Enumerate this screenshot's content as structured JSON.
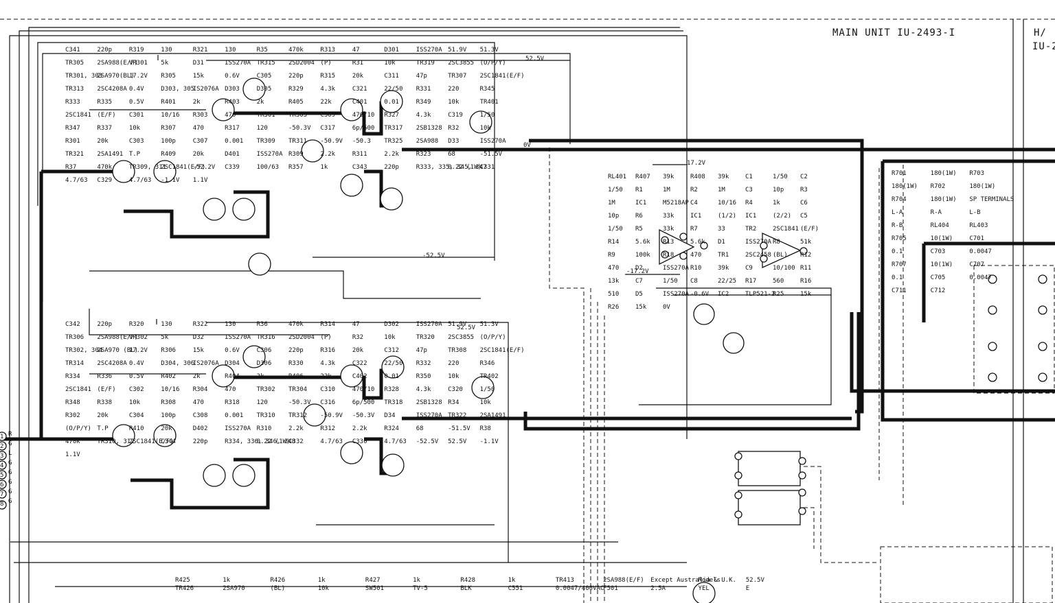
{
  "header": {
    "unit_title": "MAIN UNIT  IU-2493-I",
    "right_title_1": "H/",
    "right_title_2": "IU-2"
  },
  "rails": {
    "pos": "52.5V",
    "neg": "-52.5V",
    "pos_op": "17.2V",
    "neg_op": "-17.2V",
    "zero": "0V"
  },
  "upper_channel": {
    "labels": [
      "C341",
      "220p",
      "R319",
      "130",
      "R321",
      "130",
      "R35",
      "470k",
      "R313",
      "47",
      "D301",
      "ISS270A",
      "51.9V",
      "51.3V",
      "TR305",
      "2SA988(E/F)",
      "VR301",
      "5k",
      "D31",
      "ISS270A",
      "TR315",
      "2SD2004",
      "(P)",
      "R31",
      "10k",
      "TR319",
      "2SC3855",
      "(O/P/Y)",
      "TR301, 303",
      "2SA970(BL)",
      "17.2V",
      "R305",
      "15k",
      "0.6V",
      "C305",
      "220p",
      "R315",
      "20k",
      "C311",
      "47p",
      "TR307",
      "2SC1841(E/F)",
      "TR313",
      "2SC4208A",
      "0.4V",
      "D303, 305",
      "IS2076A",
      "D303",
      "D305",
      "R329",
      "4.3k",
      "C321",
      "22/50",
      "R331",
      "220",
      "R345",
      "R333",
      "R335",
      "0.5V",
      "R401",
      "2k",
      "R403",
      "2k",
      "R405",
      "22k",
      "C401",
      "0.01",
      "R349",
      "10k",
      "TR401",
      "2SC1841",
      "(E/F)",
      "C301",
      "10/16",
      "R303",
      "470",
      "TR301",
      "TR303",
      "C309",
      "470/10",
      "R327",
      "4.3k",
      "C319",
      "1/50",
      "R347",
      "R337",
      "10k",
      "R307",
      "470",
      "R317",
      "120",
      "-50.3V",
      "C317",
      "6p/500",
      "TR317",
      "2SB1328",
      "R32",
      "10k",
      "R301",
      "20k",
      "C303",
      "100p",
      "C307",
      "0.001",
      "TR309",
      "TR311",
      "-50.9V",
      "-50.3",
      "TR325",
      "2SA988",
      "D33",
      "ISS270A",
      "TR321",
      "2SA1491",
      "T.P",
      "R409",
      "20k",
      "D401",
      "ISS270A",
      "R309",
      "2.2k",
      "R311",
      "2.2k",
      "R323",
      "68",
      "-51.5V",
      "R37",
      "470k",
      "TR309, 311",
      "2SC1841(E/F)",
      "-52.2V",
      "C339",
      "100/63",
      "R357",
      "1k",
      "C343",
      "220p",
      "R333, 335, 345, 347",
      "0.22 (1W)",
      "C331",
      "4.7/63",
      "C329",
      "4.7/63",
      "-1.1V",
      "1.1V"
    ]
  },
  "lower_channel": {
    "labels": [
      "C342",
      "220p",
      "R320",
      "130",
      "R322",
      "130",
      "R36",
      "470k",
      "R314",
      "47",
      "D302",
      "ISS270A",
      "51.9V",
      "51.3V",
      "TR306",
      "2SA988(E/F)",
      "VR302",
      "5k",
      "D32",
      "ISS270A",
      "TR316",
      "2SD2004",
      "(P)",
      "R32",
      "10k",
      "TR320",
      "2SC3855",
      "(O/P/Y)",
      "TR302, 304",
      "2SA970 (BL)",
      "17.2V",
      "R306",
      "15k",
      "0.6V",
      "C306",
      "220p",
      "R316",
      "20k",
      "C312",
      "47p",
      "TR308",
      "2SC1841(E/F)",
      "TR314",
      "2SC4208A",
      "0.4V",
      "D304, 306",
      "IS2076A",
      "D304",
      "D306",
      "R330",
      "4.3k",
      "C322",
      "22/50",
      "R332",
      "220",
      "R346",
      "R334",
      "R336",
      "0.5V",
      "R402",
      "2k",
      "R404",
      "2k",
      "R406",
      "22k",
      "C402",
      "0.01",
      "R350",
      "10k",
      "TR402",
      "2SC1841",
      "(E/F)",
      "C302",
      "10/16",
      "R304",
      "470",
      "TR302",
      "TR304",
      "C310",
      "470/10",
      "R328",
      "4.3k",
      "C320",
      "1/50",
      "R348",
      "R338",
      "10k",
      "R308",
      "470",
      "R318",
      "120",
      "-50.3V",
      "C316",
      "6p/500",
      "TR318",
      "2SB1328",
      "R34",
      "10k",
      "R302",
      "20k",
      "C304",
      "100p",
      "C308",
      "0.001",
      "TR310",
      "TR312",
      "-50.9V",
      "-50.3V",
      "D34",
      "ISS270A",
      "TR322",
      "2SA1491",
      "(O/P/Y)",
      "T.P",
      "R410",
      "20k",
      "D402",
      "ISS270A",
      "R310",
      "2.2k",
      "R312",
      "2.2k",
      "R324",
      "68",
      "-51.5V",
      "R38",
      "470k",
      "TR310, 312",
      "2SC1841(E/F)",
      "C344",
      "220p",
      "R334, 336, 346, 348",
      "0.22 (1W)",
      "C332",
      "4.7/63",
      "C330",
      "4.7/63",
      "-52.5V",
      "52.5V",
      "-1.1V",
      "1.1V"
    ]
  },
  "protection": {
    "labels": [
      "RL401",
      "R407",
      "39k",
      "R408",
      "39k",
      "C1",
      "1/50",
      "C2",
      "1/50",
      "R1",
      "1M",
      "R2",
      "1M",
      "C3",
      "10p",
      "R3",
      "1M",
      "IC1",
      "M5218AP",
      "C4",
      "10/16",
      "R4",
      "1k",
      "C6",
      "10p",
      "R6",
      "33k",
      "IC1",
      "(1/2)",
      "IC1",
      "(2/2)",
      "C5",
      "1/50",
      "R5",
      "33k",
      "R7",
      "33",
      "TR2",
      "2SC1841",
      "(E/F)",
      "R14",
      "5.6k",
      "R13",
      "5.6k",
      "D1",
      "ISS270A",
      "R8",
      "51k",
      "R9",
      "100k",
      "R18",
      "470",
      "TR1",
      "2SC2458",
      "(BL)",
      "R12",
      "470",
      "D2",
      "ISS270A",
      "R10",
      "39k",
      "C9",
      "10/100",
      "R11",
      "13k",
      "C7",
      "1/50",
      "C8",
      "22/25",
      "R17",
      "560",
      "R16",
      "510",
      "D5",
      "ISS270A",
      "-0.6V",
      "IC2",
      "TLP521-2",
      "R25",
      "15k",
      "R26",
      "15k",
      "0V"
    ]
  },
  "output": {
    "labels": [
      "R701",
      "180(1W)",
      "R703",
      "180(1W)",
      "R702",
      "180(1W)",
      "R704",
      "180(1W)",
      "SP TERMINALS",
      "L-A",
      "R-A",
      "L-B",
      "R-B",
      "RL404",
      "RL403",
      "R705",
      "10(1W)",
      "C701",
      "0.1",
      "C703",
      "0.0047",
      "R707",
      "10(1W)",
      "C707",
      "0.1",
      "C705",
      "0.0047",
      "C711",
      "C712"
    ]
  },
  "bottom": {
    "labels": [
      "R425",
      "1k",
      "R426",
      "1k",
      "R427",
      "1k",
      "R428",
      "1k",
      "TR413",
      "2SA988(E/F)",
      "Except Australia & U.K.",
      "Models",
      "52.5V",
      "TR426",
      "2SA970",
      "(BL)",
      "10k",
      "SW501",
      "TV-5",
      "BLK",
      "C551",
      "0.0047/400VAC",
      "F501",
      "2.5A",
      "YEL",
      "E"
    ]
  },
  "inputs": {
    "pins": [
      "R",
      "G",
      "L",
      "G",
      "G",
      "G",
      "G",
      "G"
    ],
    "numbers": [
      "1",
      "2",
      "3",
      "4",
      "5",
      "6",
      "7",
      "8"
    ]
  }
}
